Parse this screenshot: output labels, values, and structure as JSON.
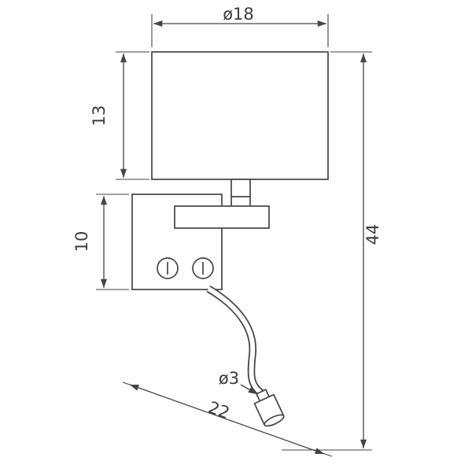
{
  "drawing": {
    "kind": "technical-dimension-drawing",
    "labels": {
      "shade_diameter": "ø18",
      "shade_height": "13",
      "bracket_height": "10",
      "overall_height": "44",
      "reader_head_diameter": "ø3",
      "depth": "22"
    },
    "colors": {
      "line": "#454545",
      "text": "#3c3c3c",
      "background": "#ffffff"
    }
  }
}
